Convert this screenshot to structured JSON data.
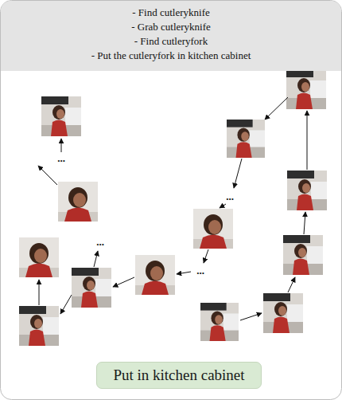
{
  "diagram": {
    "nodes": [
      {
        "text": [
          "- Find cutleryknife",
          "- Grab cutleryknife",
          "- Find cutleryfork",
          "- Put the cutleryfork in kitchen cabinet"
        ]
      },
      {
        "text": [
          "Put in kitchen cabinet"
        ]
      }
    ],
    "labels": [
      "...",
      "...",
      "...",
      "..."
    ]
  }
}
